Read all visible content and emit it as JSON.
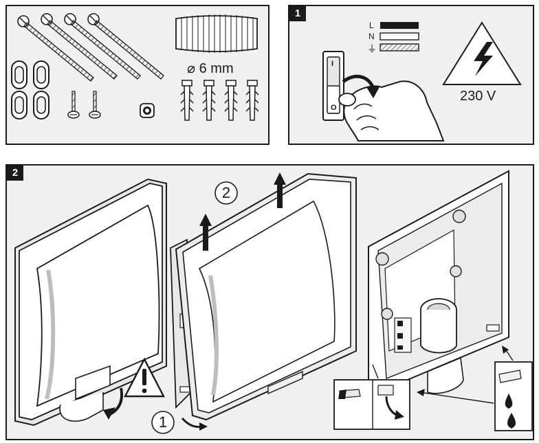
{
  "parts_panel": {
    "dowel_size_label": "⌀ 6 mm"
  },
  "step1": {
    "number": "1",
    "wire_labels": {
      "live": "L",
      "neutral": "N",
      "earth_symbol": "⏚"
    },
    "voltage_label": "230 V",
    "switch_on_mark": "I",
    "switch_off_mark": "O"
  },
  "step2": {
    "number": "2",
    "sequence_1": "1",
    "sequence_2": "2"
  },
  "colors": {
    "panel_bg": "#f0f0f0",
    "outline": "#1a1a1a"
  }
}
